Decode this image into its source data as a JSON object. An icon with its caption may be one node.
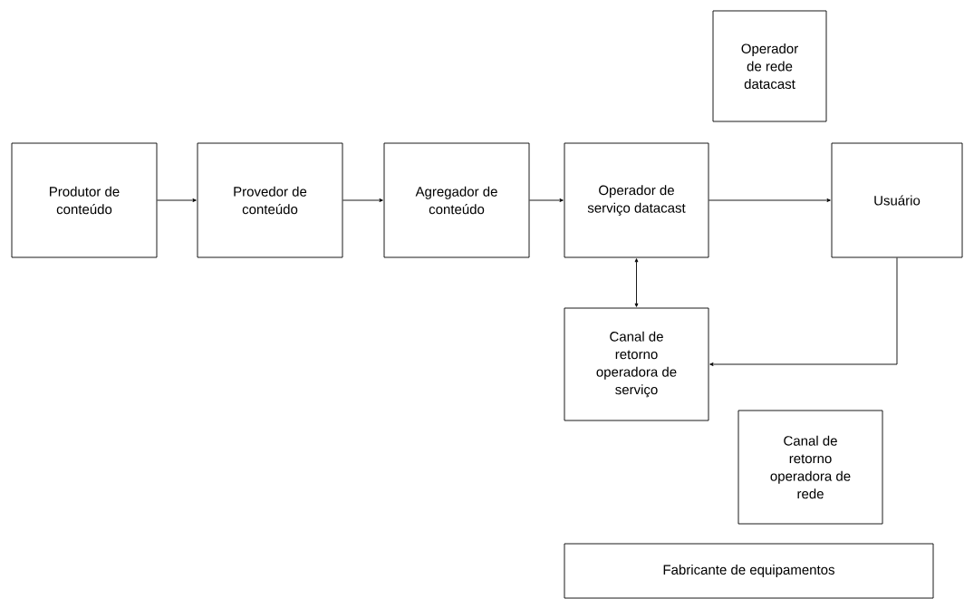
{
  "diagram": {
    "nodes": [
      {
        "text": [
          "Operador de rede datacast"
        ]
      },
      {
        "text": [
          "Produtor de conteúdo"
        ]
      },
      {
        "text": [
          "Provedor de conteúdo"
        ]
      },
      {
        "text": [
          "Agregador de conteúdo"
        ]
      },
      {
        "text": [
          "Operador de serviço datacast"
        ]
      },
      {
        "text": [
          "Usuário"
        ]
      },
      {
        "text": [
          "Canal de retorno operadora de serviço"
        ]
      },
      {
        "text": [
          "Canal de retorno operadora de rede"
        ]
      },
      {
        "text": [
          "Fabricante de equipamentos"
        ]
      }
    ],
    "edges": [
      {
        "from": 1,
        "to": 2,
        "arrow": "to"
      },
      {
        "from": 2,
        "to": 3,
        "arrow": "to"
      },
      {
        "from": 3,
        "to": 4,
        "arrow": "to"
      },
      {
        "from": 4,
        "to": 5,
        "arrow": "to"
      },
      {
        "from": 4,
        "to": 6,
        "arrow": "both"
      },
      {
        "from": 5,
        "to": 6,
        "arrow": "to"
      }
    ]
  }
}
